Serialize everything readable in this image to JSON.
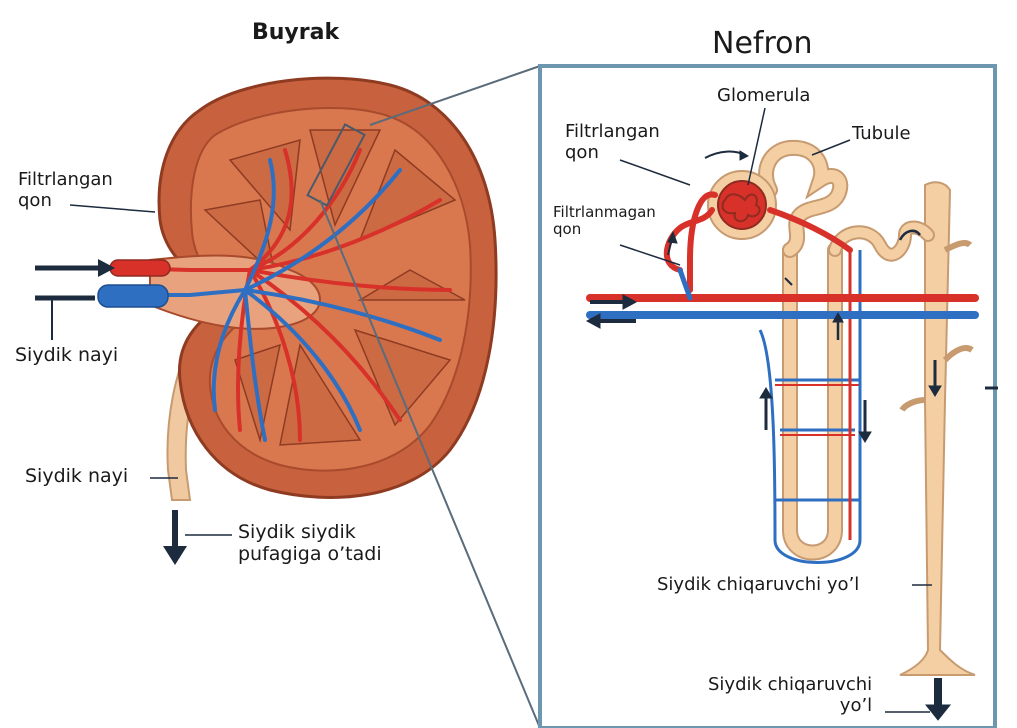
{
  "kidney_panel": {
    "title": "Buyrak",
    "labels": {
      "filtered_blood": [
        "Filtrlangan",
        "qon"
      ],
      "ureter_top": "Siydik nayi",
      "ureter_bottom": "Siydik nayi",
      "to_bladder": [
        "Siydik siydik",
        "pufagiga o’tadi"
      ]
    }
  },
  "nephron_panel": {
    "title": "Nefron",
    "labels": {
      "glomerulus": "Glomerula",
      "tubule": "Tubule",
      "filtered_blood": [
        "Filtrlangan",
        "qon"
      ],
      "unfiltered_blood": [
        "Filtrlanmagan",
        "qon"
      ],
      "collecting_duct": "Siydik chiqaruvchi yo’l",
      "collecting_exit": [
        "Siydik chiqaruvchi",
        "yo’l"
      ]
    }
  },
  "colors": {
    "kidney": "#c8613d",
    "kidney_dark": "#a84a2c",
    "artery": "#d8312a",
    "vein": "#2f6fc2",
    "tubule": "#f3cfa3",
    "frame": "#6d96b0",
    "arrow": "#1c2b3d"
  }
}
